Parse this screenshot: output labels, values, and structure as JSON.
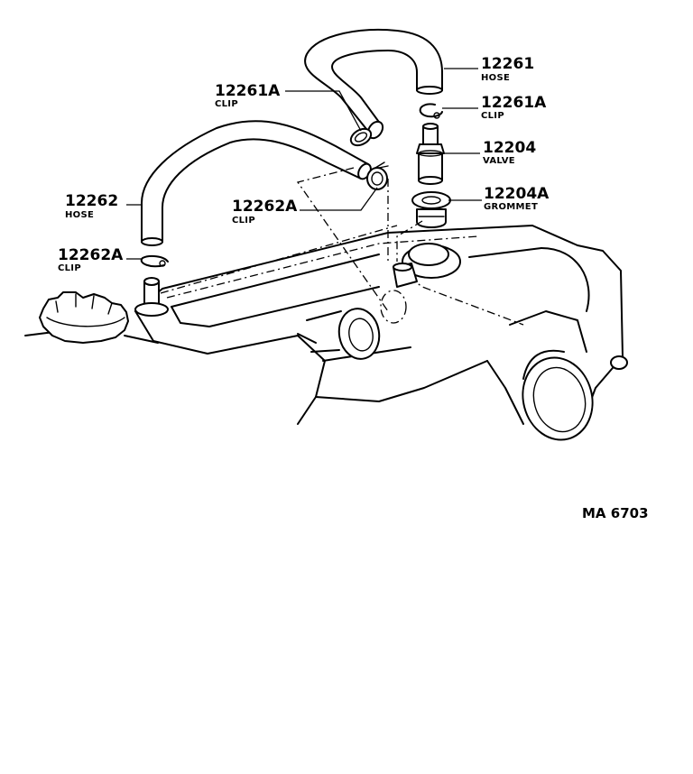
{
  "labels": {
    "hose_top": {
      "part_no": "12261",
      "name": "HOSE"
    },
    "clip_top_right": {
      "part_no": "12261A",
      "name": "CLIP"
    },
    "clip_top_left": {
      "part_no": "12261A",
      "name": "CLIP"
    },
    "valve": {
      "part_no": "12204",
      "name": "VALVE"
    },
    "grommet": {
      "part_no": "12204A",
      "name": "GROMMET"
    },
    "hose_left": {
      "part_no": "12262",
      "name": "HOSE"
    },
    "clip_mid": {
      "part_no": "12262A",
      "name": "CLIP"
    },
    "clip_left": {
      "part_no": "12262A",
      "name": "CLIP"
    }
  },
  "figure_code": "MA 6703"
}
